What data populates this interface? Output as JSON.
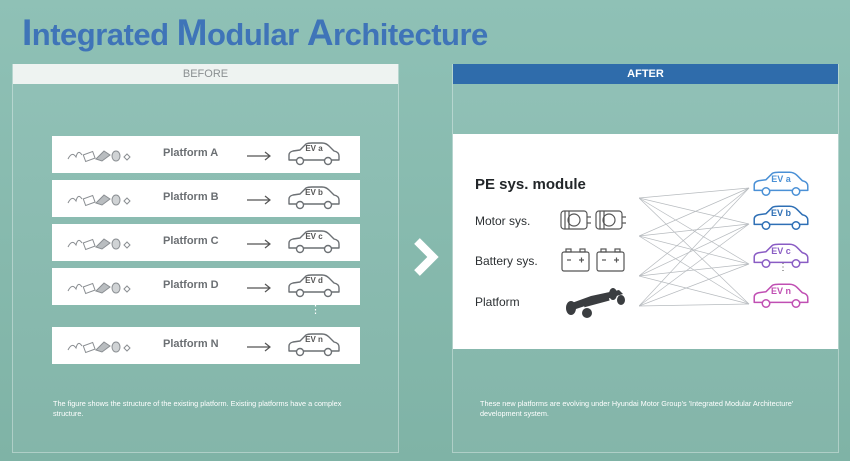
{
  "title": {
    "parts": [
      {
        "cap": "I",
        "rest": "ntegrated "
      },
      {
        "cap": "M",
        "rest": "odular "
      },
      {
        "cap": "A",
        "rest": "rchitecture"
      }
    ]
  },
  "before": {
    "header": "BEFORE",
    "rows": [
      {
        "platform": "Platform A",
        "ev": "EV a"
      },
      {
        "platform": "Platform B",
        "ev": "EV b"
      },
      {
        "platform": "Platform C",
        "ev": "EV c"
      },
      {
        "platform": "Platform D",
        "ev": "EV d"
      },
      {
        "platform": "Platform N",
        "ev": "EV n"
      }
    ],
    "ellipsis": "⋮",
    "caption": "The figure shows the structure of the existing platform. Existing platforms have a complex structure."
  },
  "after": {
    "header": "AFTER",
    "pe_title": "PE sys. module",
    "motor_label": "Motor sys.",
    "battery_label": "Battery sys.",
    "platform_label": "Platform",
    "evs": [
      {
        "label": "EV a",
        "color": "#4a90d6"
      },
      {
        "label": "EV b",
        "color": "#2e6fb5"
      },
      {
        "label": "EV c",
        "color": "#8a5cc4"
      },
      {
        "label": "EV n",
        "color": "#c04fb3"
      }
    ],
    "ellipsis": "⋮",
    "caption": "These new platforms are evolving under Hyundai Motor Group's 'Integrated Modular Architecture' development system."
  },
  "colors": {
    "title": "#3f74b8",
    "after_header": "#2f6cab",
    "before_header_text": "#8a8f91"
  },
  "icons": {
    "next": "chevron-right-icon",
    "module": "module-parts-icon",
    "motor": "motor-icon",
    "battery": "battery-icon",
    "chassis": "chassis-icon",
    "car": "car-outline-icon"
  }
}
